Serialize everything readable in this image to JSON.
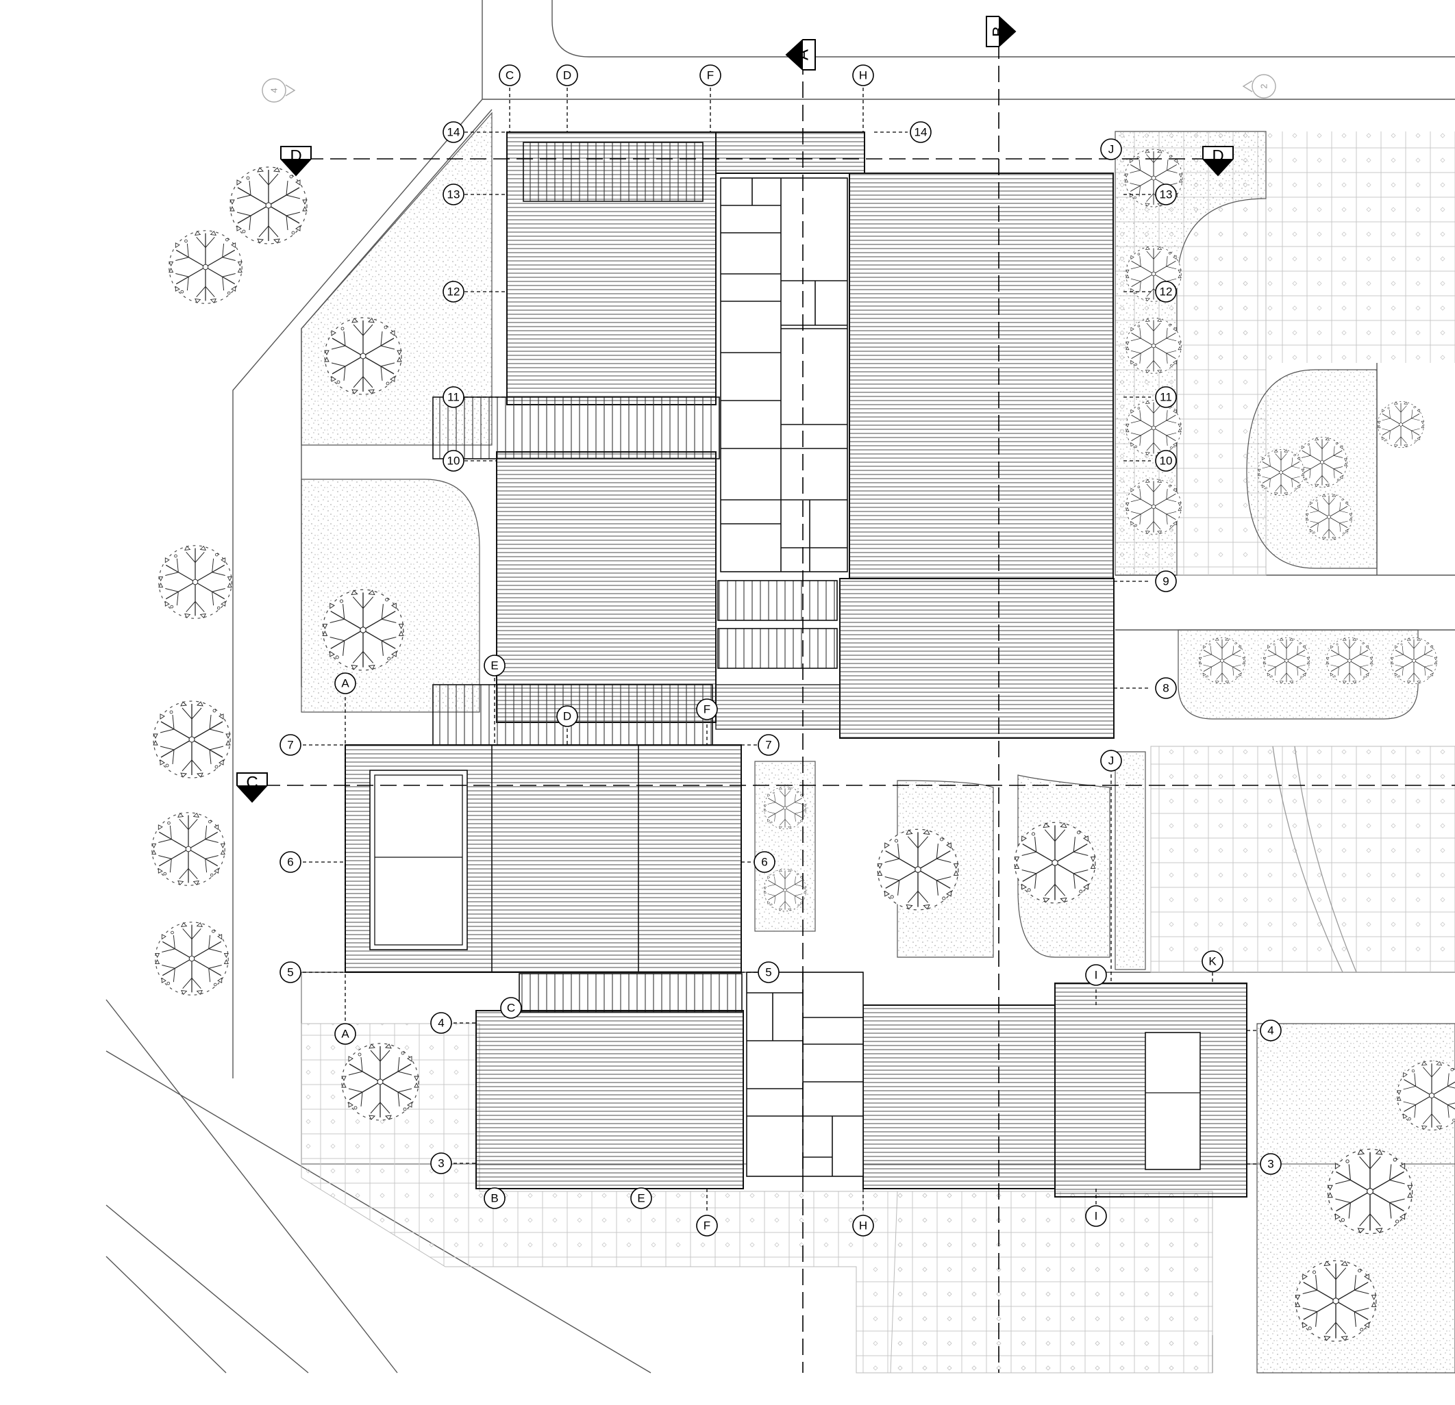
{
  "drawing": {
    "type": "architectural roof / site plan",
    "colors": {
      "linework": "#000000",
      "site_lines": "#555555",
      "ghost_tags": "#9a9a9a",
      "background": "#ffffff"
    }
  },
  "grid_tags": {
    "top": [
      "C",
      "D",
      "F",
      "H"
    ],
    "row_14": [
      "14",
      "14"
    ],
    "row_13": [
      "13",
      "13"
    ],
    "row_12": [
      "12",
      "12"
    ],
    "row_11": [
      "11",
      "11"
    ],
    "row_10": [
      "10",
      "10"
    ],
    "row_9": [
      "9"
    ],
    "row_8": [
      "8"
    ],
    "row_7": [
      "7",
      "7"
    ],
    "row_6": [
      "6",
      "6"
    ],
    "row_5": [
      "5",
      "5"
    ],
    "row_4": [
      "4",
      "4"
    ],
    "row_3": [
      "3",
      "3"
    ],
    "mid": [
      "A",
      "E",
      "D",
      "F",
      "J",
      "J",
      "I",
      "K",
      "C",
      "A"
    ],
    "bottom": [
      "B",
      "E",
      "F",
      "H",
      "I"
    ]
  },
  "section_markers": [
    "A",
    "B",
    "D",
    "D",
    "C"
  ],
  "ghost_markers": [
    "4",
    "2"
  ],
  "icons": [
    "tree-icon",
    "section-arrow-icon"
  ]
}
